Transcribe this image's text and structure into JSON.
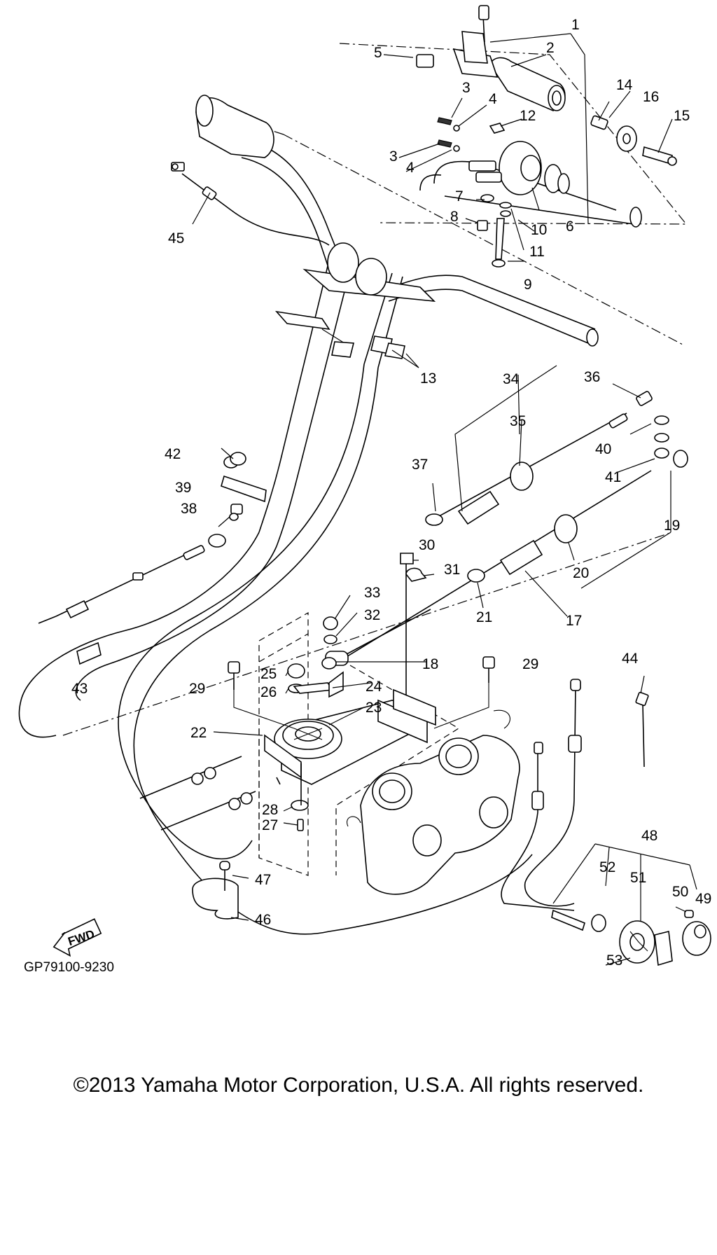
{
  "diagram": {
    "code": "GP79100-9230",
    "direction_label": "FWD",
    "callouts": [
      "1",
      "2",
      "3",
      "3",
      "4",
      "4",
      "5",
      "6",
      "7",
      "8",
      "9",
      "10",
      "11",
      "12",
      "13",
      "14",
      "15",
      "16",
      "17",
      "18",
      "19",
      "20",
      "21",
      "22",
      "23",
      "24",
      "25",
      "26",
      "27",
      "28",
      "29",
      "29",
      "30",
      "31",
      "32",
      "33",
      "34",
      "35",
      "36",
      "37",
      "38",
      "39",
      "40",
      "41",
      "42",
      "43",
      "44",
      "45",
      "46",
      "47",
      "48",
      "49",
      "50",
      "51",
      "52",
      "53"
    ]
  },
  "footer": {
    "copyright": "©2013 Yamaha Motor Corporation, U.S.A. All rights reserved."
  }
}
